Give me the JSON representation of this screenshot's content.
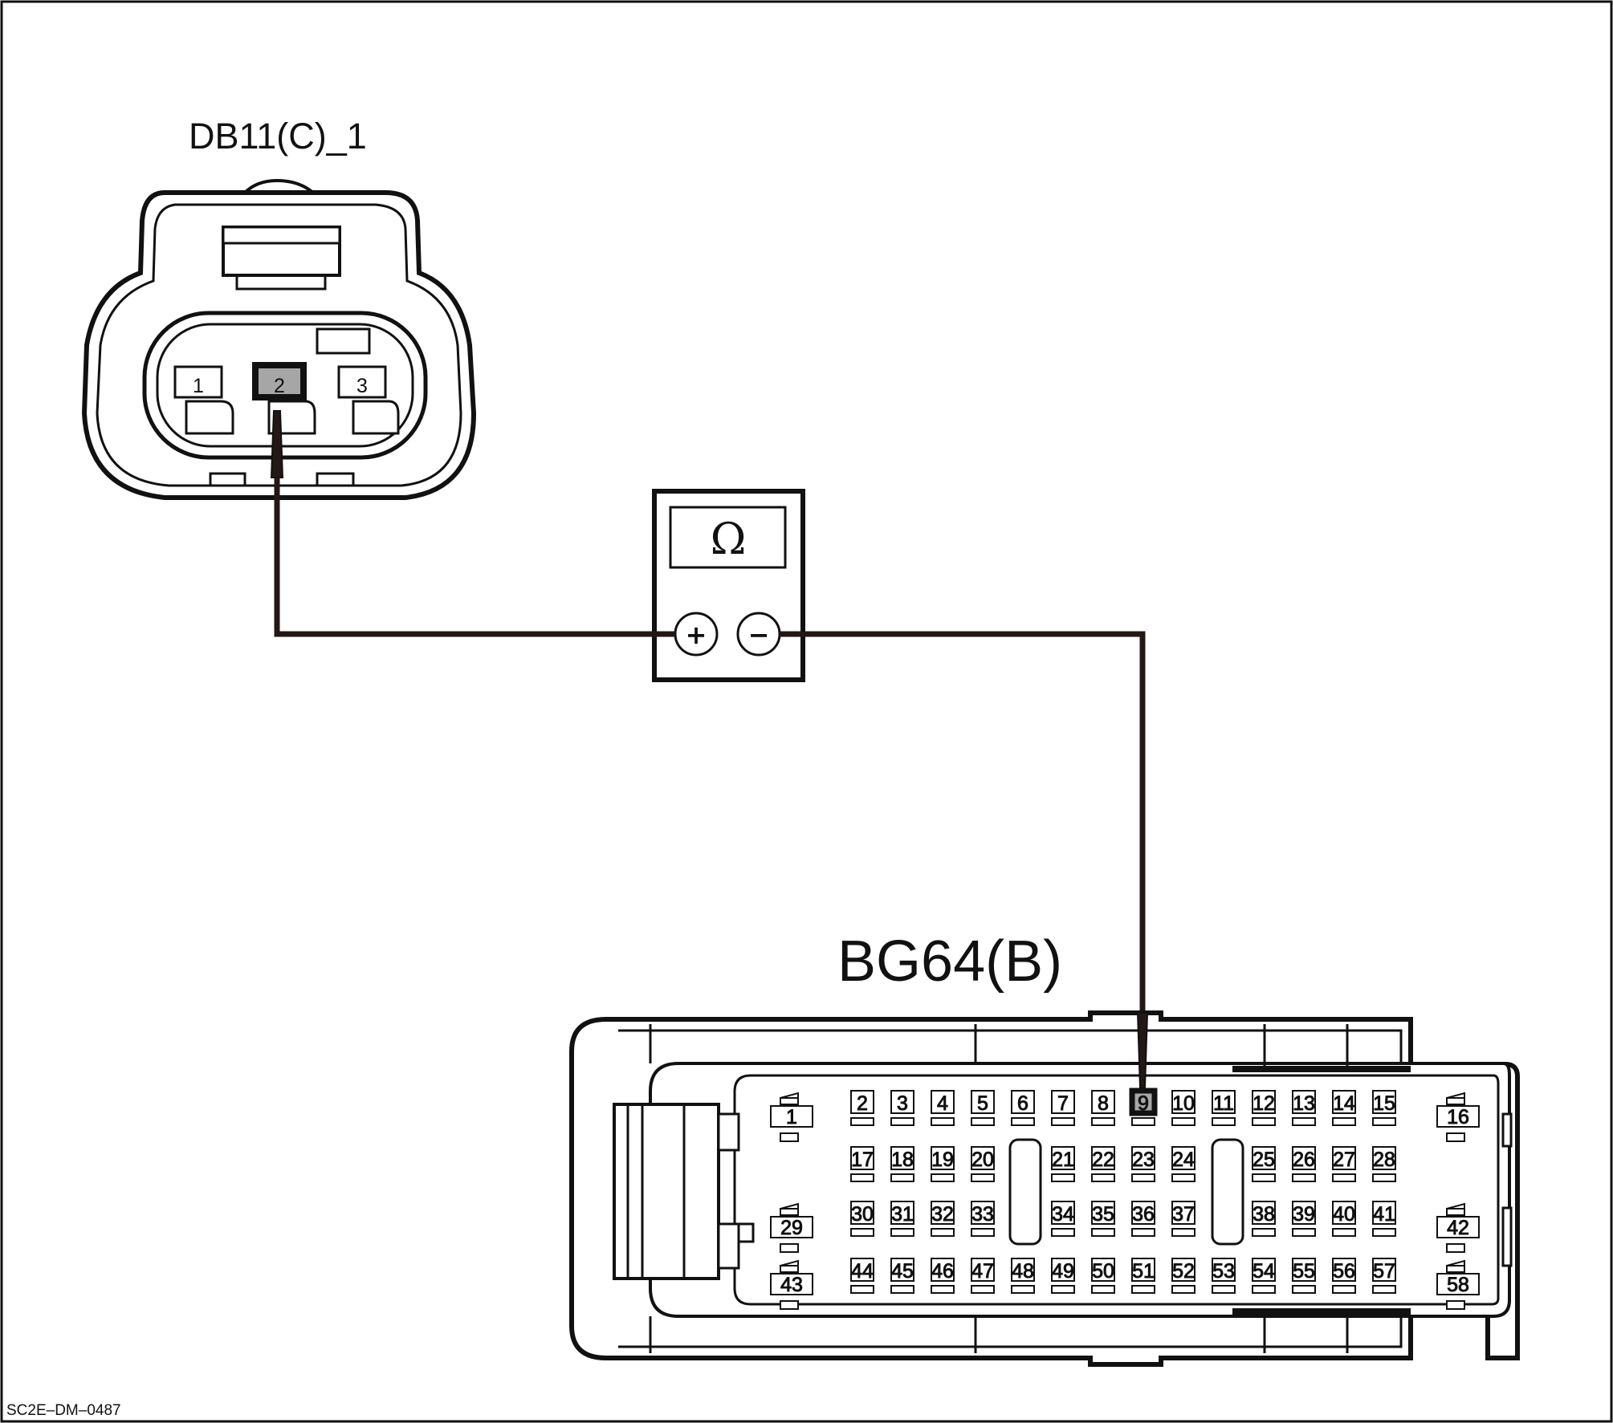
{
  "connectors": {
    "db11": {
      "label": "DB11(C)_1",
      "pins": [
        "1",
        "2",
        "3"
      ],
      "highlighted_pin": "2"
    },
    "bg64": {
      "label": "BG64(B)",
      "highlighted_pin": "9",
      "rows": [
        [
          "1",
          "2",
          "3",
          "4",
          "5",
          "6",
          "7",
          "8",
          "9",
          "10",
          "11",
          "12",
          "13",
          "14",
          "15",
          "16"
        ],
        [
          "17",
          "18",
          "19",
          "20",
          "21",
          "22",
          "23",
          "24",
          "25",
          "26",
          "27",
          "28"
        ],
        [
          "29",
          "30",
          "31",
          "32",
          "33",
          "34",
          "35",
          "36",
          "37",
          "38",
          "39",
          "40",
          "41",
          "42"
        ],
        [
          "43",
          "44",
          "45",
          "46",
          "47",
          "48",
          "49",
          "50",
          "51",
          "52",
          "53",
          "54",
          "55",
          "56",
          "57",
          "58"
        ]
      ]
    }
  },
  "meter": {
    "symbol": "Ω",
    "plus_terminal": "+",
    "minus_terminal": "−"
  },
  "figure_id": "SC2E–DM–0487",
  "colors": {
    "highlight_fill": "#a6a6a6",
    "line": "#231815"
  }
}
